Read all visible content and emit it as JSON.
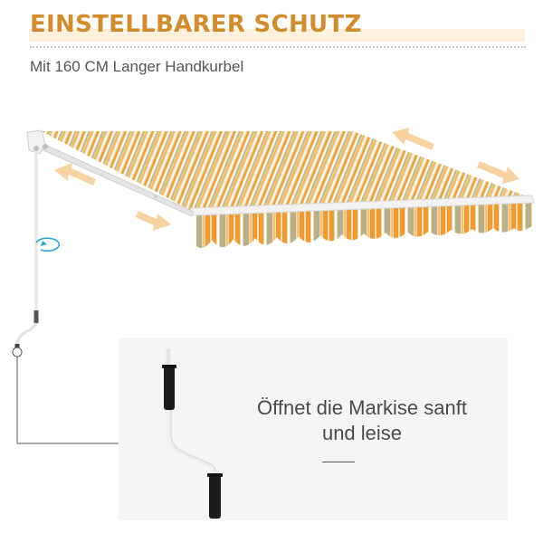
{
  "header": {
    "title": "EINSTELLBARER SCHUTZ",
    "subtitle": "Mit 160 CM Langer Handkurbel"
  },
  "illustration": {
    "subject": "retractable-awning",
    "arrows": [
      "extend-retract-arrow-left",
      "extend-retract-arrow-right"
    ],
    "rotation_indicator": "rotate-icon"
  },
  "detail_panel": {
    "caption_line1": "Öffnet die Markise sanft",
    "caption_line2": "und leise"
  },
  "colors": {
    "title": "#d28c2b",
    "highlight": "#fdf0dc",
    "stripe_orange": "#f39a2e",
    "stripe_khaki": "#b9b08a",
    "arrow": "#f7d3a2",
    "rotate": "#2aa8d8",
    "panel_bg": "#f5f5f5"
  }
}
